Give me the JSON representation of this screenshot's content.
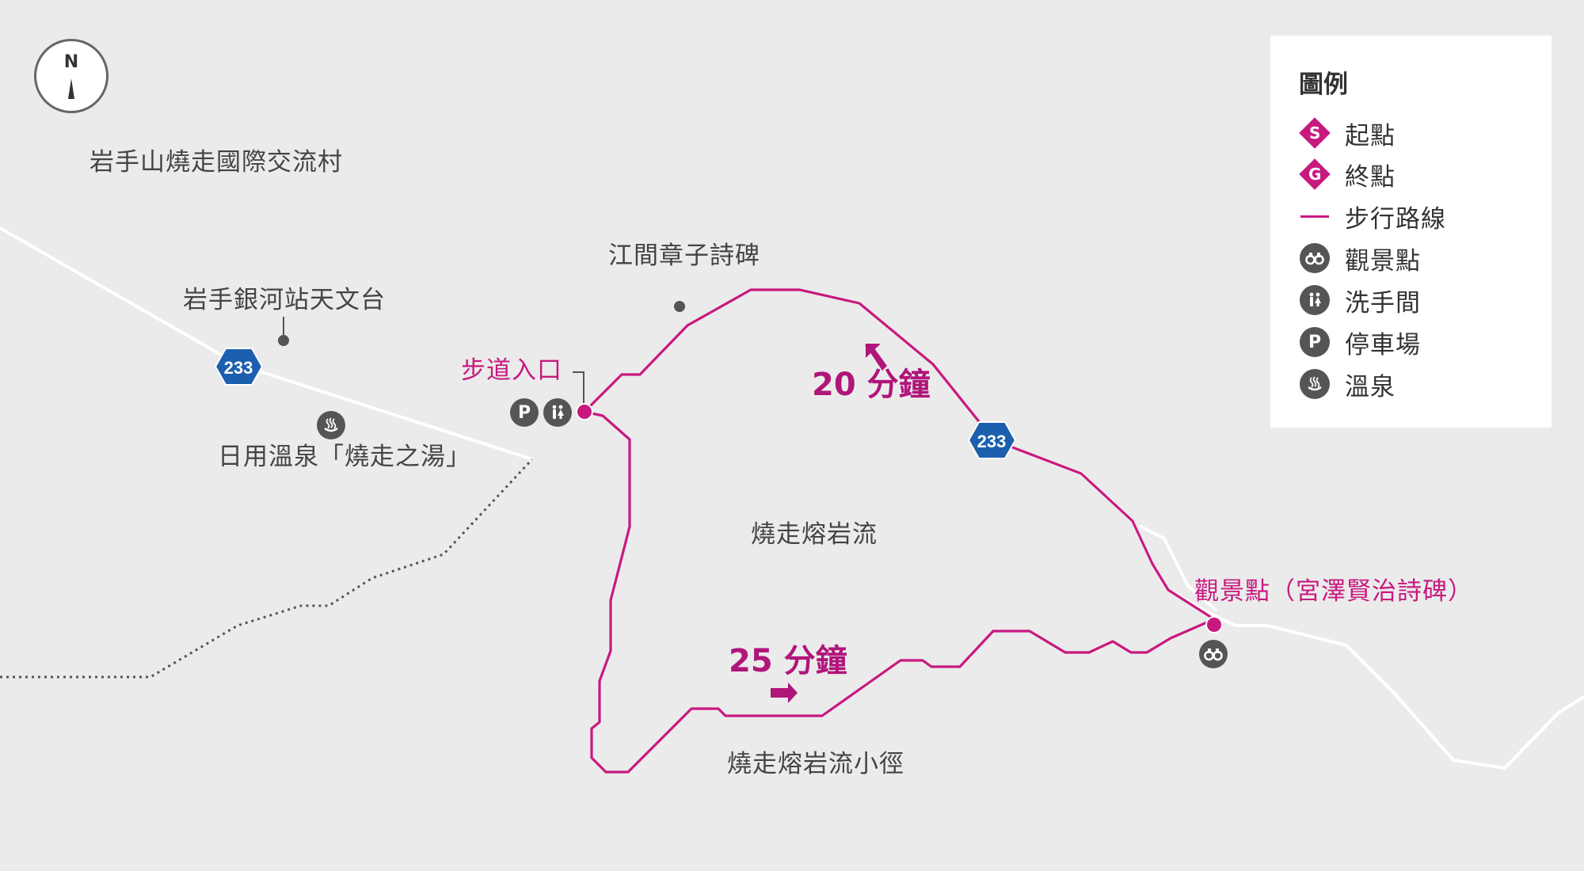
{
  "compass": {
    "letter": "N"
  },
  "places": {
    "village": "岩手山燒走國際交流村",
    "observatory": "岩手銀河站天文台",
    "onsen": "日用溫泉「燒走之湯」",
    "poem_monument": "江間章子詩碑",
    "trail_entrance": "步道入口",
    "lava_flow": "燒走熔岩流",
    "lava_trail": "燒走熔岩流小徑",
    "viewpoint": "觀景點（宮澤賢治詩碑）"
  },
  "route_markers": {
    "road_number_1": "233",
    "road_number_2": "233",
    "time_1": "20 分鐘",
    "time_2": "25 分鐘"
  },
  "legend": {
    "title": "圖例",
    "items": [
      {
        "symbol": "S",
        "label": "起點"
      },
      {
        "symbol": "G",
        "label": "終點"
      },
      {
        "symbol": "line",
        "label": "步行路線"
      },
      {
        "symbol": "binoculars-icon",
        "label": "觀景點"
      },
      {
        "symbol": "restroom-icon",
        "label": "洗手間"
      },
      {
        "symbol": "P",
        "label": "停車場"
      },
      {
        "symbol": "hot-spring-icon",
        "label": "溫泉"
      }
    ]
  },
  "colors": {
    "background": "#ebebeb",
    "route": "#c8197f",
    "road": "#ffffff",
    "road_shield": "#1c5fae",
    "icon": "#555555"
  }
}
